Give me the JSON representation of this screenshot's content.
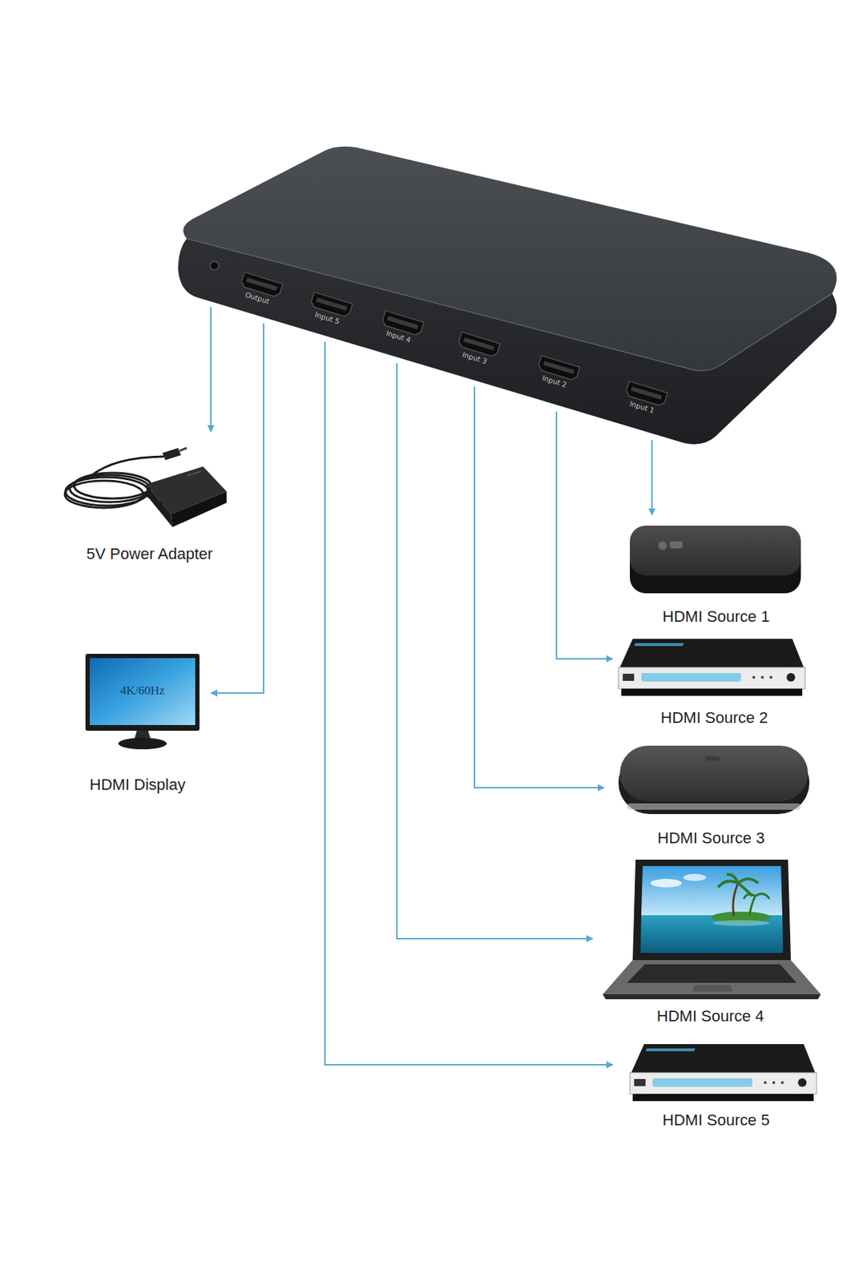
{
  "diagram": {
    "nodes": [
      {
        "text": [
          "Output",
          "Input 5",
          "Input 4",
          "Input 3",
          "Input 2",
          "Input 1"
        ]
      },
      {
        "text": [
          "5V Power Adapter"
        ]
      },
      {
        "text": [
          "HDMI Display"
        ]
      },
      {
        "text": [
          "HDMI Source 1"
        ]
      },
      {
        "text": [
          "HDMI Source 2"
        ]
      },
      {
        "text": [
          "HDMI Source 3"
        ]
      },
      {
        "text": [
          "HDMI Source 4"
        ]
      },
      {
        "text": [
          "HDMI Source 5"
        ]
      }
    ],
    "edges": [
      {
        "from": 0,
        "to": 1,
        "arrow": "to"
      },
      {
        "from": 0,
        "to": 2,
        "arrow": "to"
      },
      {
        "from": 0,
        "to": 3,
        "arrow": "to"
      },
      {
        "from": 0,
        "to": 4,
        "arrow": "to"
      },
      {
        "from": 0,
        "to": 5,
        "arrow": "to"
      },
      {
        "from": 0,
        "to": 6,
        "arrow": "to"
      },
      {
        "from": 0,
        "to": 7,
        "arrow": "to"
      }
    ],
    "labels": [
      "4K/60Hz"
    ]
  }
}
